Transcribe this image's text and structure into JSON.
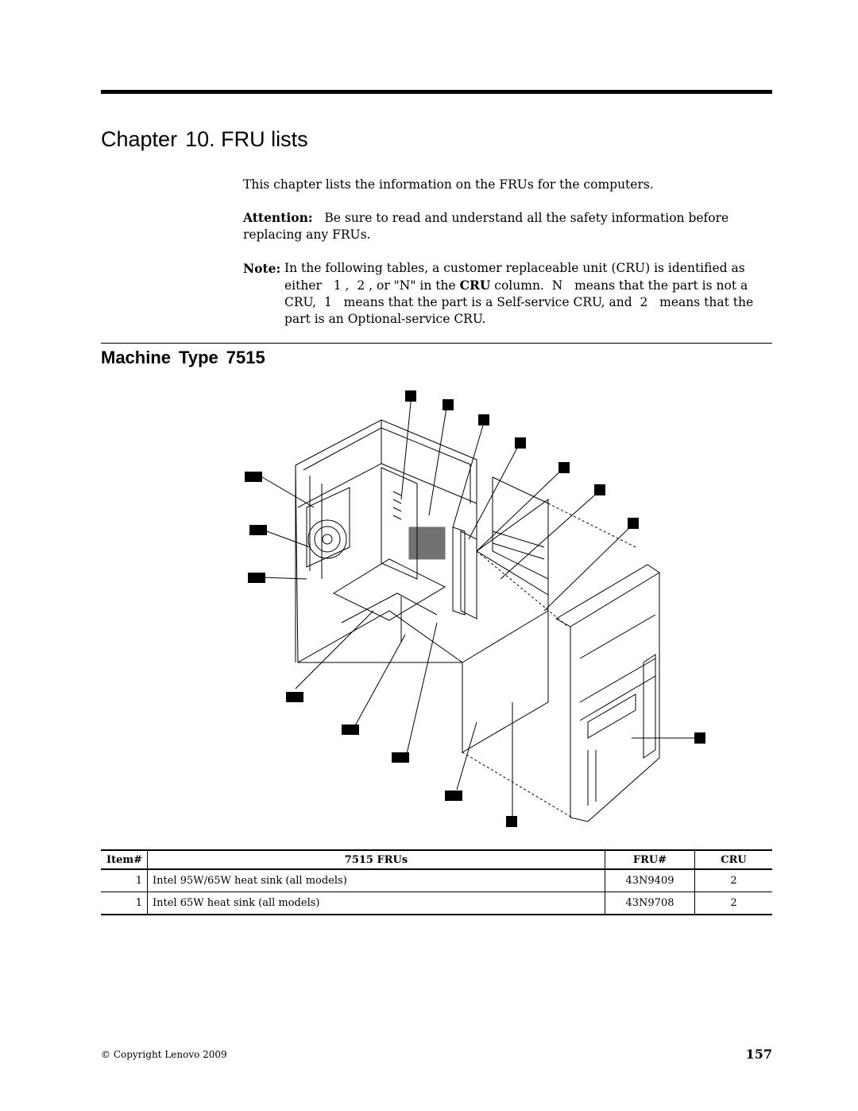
{
  "chapter": {
    "prefix": "Chapter",
    "number": "10.",
    "title": "FRU lists"
  },
  "intro": "This chapter lists the information on the FRUs for the computers.",
  "attention": {
    "label": "Attention:",
    "text": "Be sure to read and understand all the safety information before replacing any FRUs."
  },
  "note": {
    "label": "Note:",
    "line1": "In the following tables, a customer replaceable unit (CRU) is identified as",
    "line2_pre": "either",
    "code1": "1",
    "line2_mid": ",",
    "code2": "2",
    "line2_post": ", or \"N\" in the",
    "cru_word": "CRU",
    "line2_end": "column.",
    "codeN": "N",
    "line2_tail": "means that the part is not a",
    "line3_pre": "CRU,",
    "line3_code1": "1",
    "line3_mid": "means that the part is a Self-service CRU, and",
    "line3_code2": "2",
    "line3_end": "means that the",
    "line4": "part is an Optional-service CRU."
  },
  "section": {
    "word1": "Machine",
    "word2": "Type",
    "number": "7515"
  },
  "table": {
    "headers": {
      "item": "Item#",
      "desc": "7515 FRUs",
      "fru": "FRU#",
      "cru": "CRU"
    },
    "rows": [
      {
        "item": "1",
        "desc": "Intel 95W/65W heat sink (all models)",
        "fru": "43N9409",
        "cru": "2"
      },
      {
        "item": "1",
        "desc": "Intel 65W heat sink (all models)",
        "fru": "43N9708",
        "cru": "2"
      }
    ]
  },
  "footer": {
    "copyright": "© Copyright Lenovo 2009",
    "page": "157"
  }
}
